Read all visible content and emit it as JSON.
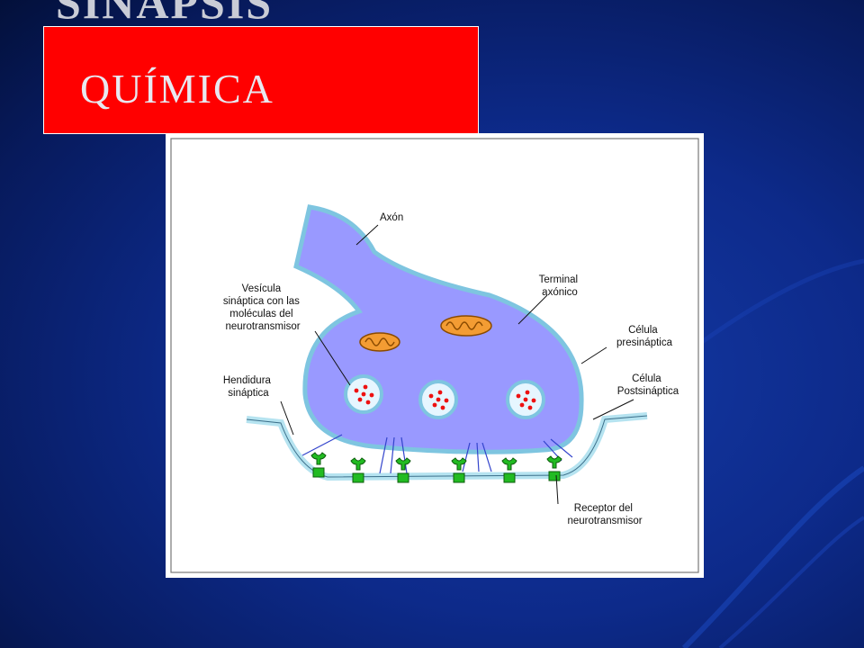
{
  "slide": {
    "title_line1": "SINAPSIS",
    "title_line2": "QUÍMICA"
  },
  "diagram": {
    "labels": {
      "axon": "Axón",
      "vesicle": [
        "Vesícula",
        "sináptica con las",
        "moléculas del",
        "neurotransmisor"
      ],
      "terminal": [
        "Terminal",
        "axónico"
      ],
      "presynaptic": [
        "Célula",
        "presináptica"
      ],
      "cleft": [
        "Hendidura",
        "sináptica"
      ],
      "postsynaptic": [
        "Célula",
        "Postsináptica"
      ],
      "receptor": [
        "Receptor del",
        "neurotransmisor"
      ]
    }
  },
  "colors": {
    "background": "#0d2a8a",
    "title_box": "#ff0000",
    "neuron_fill": "#9999ff",
    "membrane": "#b5e3f0",
    "mitochondria": "#f39c33",
    "receptor": "#22bb22",
    "neurotransmitter": "#ee1111",
    "diffusion_lines": "#3344cc"
  }
}
